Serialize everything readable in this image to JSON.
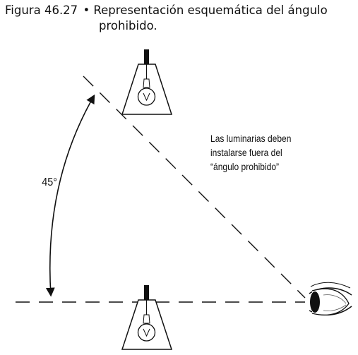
{
  "caption": {
    "figure_number": "Figura 46.27",
    "bullet": "•",
    "text_line1": "Representación esquemática del ángulo",
    "text_line2": "prohibido."
  },
  "diagram": {
    "angle_label": "45°",
    "annotation_lines": [
      "Las luminarias deben",
      "instalarse fuera del",
      "“ángulo prohibido”"
    ],
    "line_color": "#111111"
  },
  "icons": {
    "upper_lamp": "pendant-luminaire-icon",
    "lower_lamp": "pendant-luminaire-icon",
    "observer": "eye-icon"
  }
}
